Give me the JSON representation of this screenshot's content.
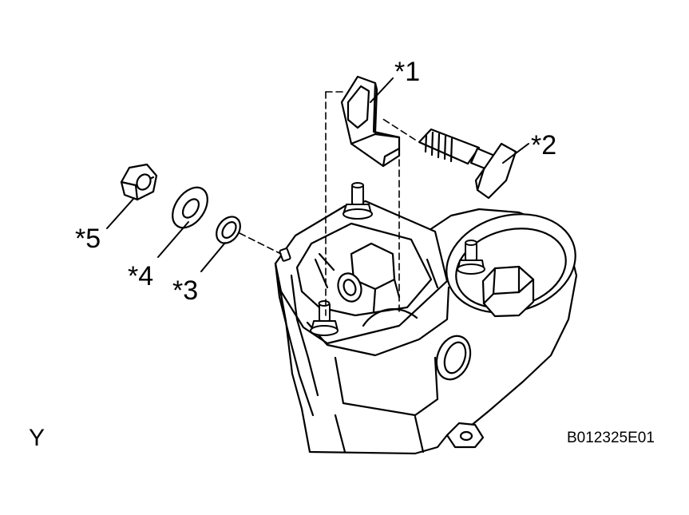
{
  "diagram": {
    "callouts": [
      {
        "id": "part-1",
        "label": "*1"
      },
      {
        "id": "part-2",
        "label": "*2"
      },
      {
        "id": "part-3",
        "label": "*3"
      },
      {
        "id": "part-4",
        "label": "*4"
      },
      {
        "id": "part-5",
        "label": "*5"
      }
    ],
    "view_letter": "Y",
    "figure_code": "B012325E01"
  }
}
